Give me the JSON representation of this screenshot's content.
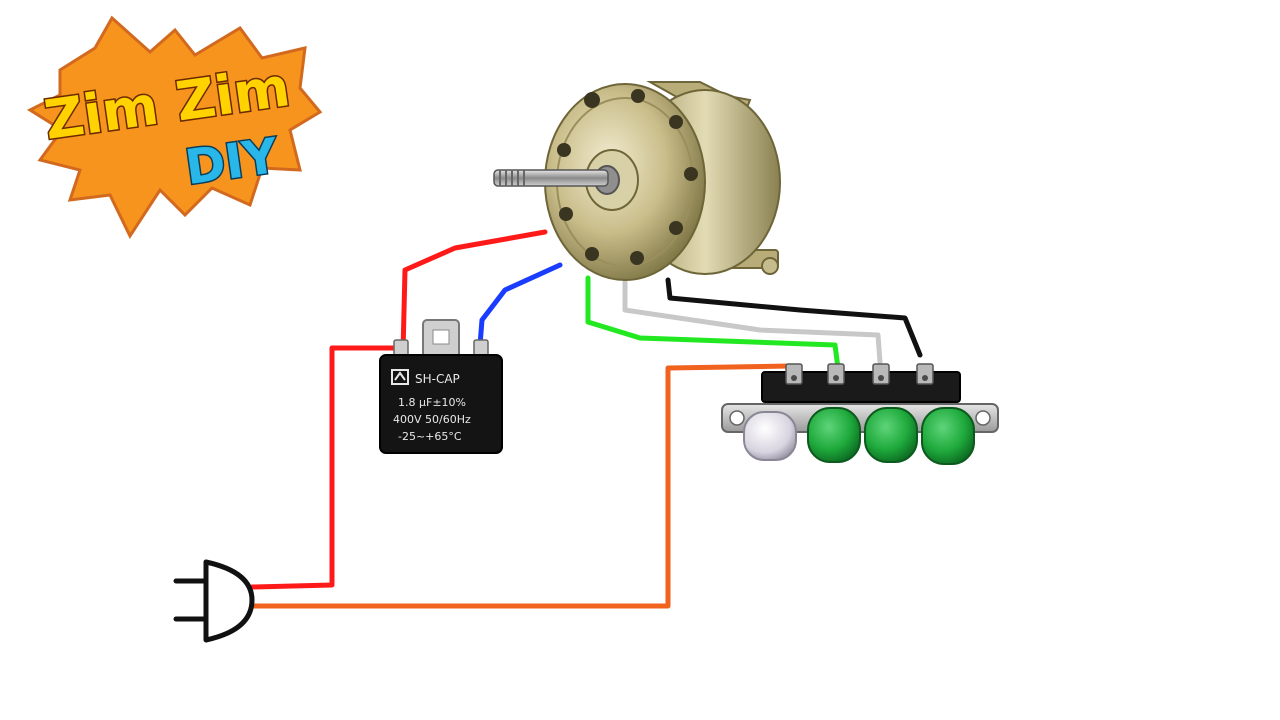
{
  "logo": {
    "line1": "Zim Zim",
    "line2": "DIY",
    "burst_color": "#f7941d",
    "text_color": "#ffd200",
    "diy_color": "#29b6e8"
  },
  "capacitor": {
    "brand": "SH-CAP",
    "capacitance": "1.8 μF±10%",
    "voltage": "400V 50/60Hz",
    "temperature": "-25~+65°C"
  },
  "wires": {
    "red": "#ff1a1a",
    "blue": "#1a3cff",
    "green": "#22e822",
    "gray": "#c8c8c8",
    "black": "#111111",
    "orange": "#f0621e"
  },
  "switch": {
    "cap_color": "#1faa3c",
    "off_cap_color": "#d8d4e0"
  }
}
